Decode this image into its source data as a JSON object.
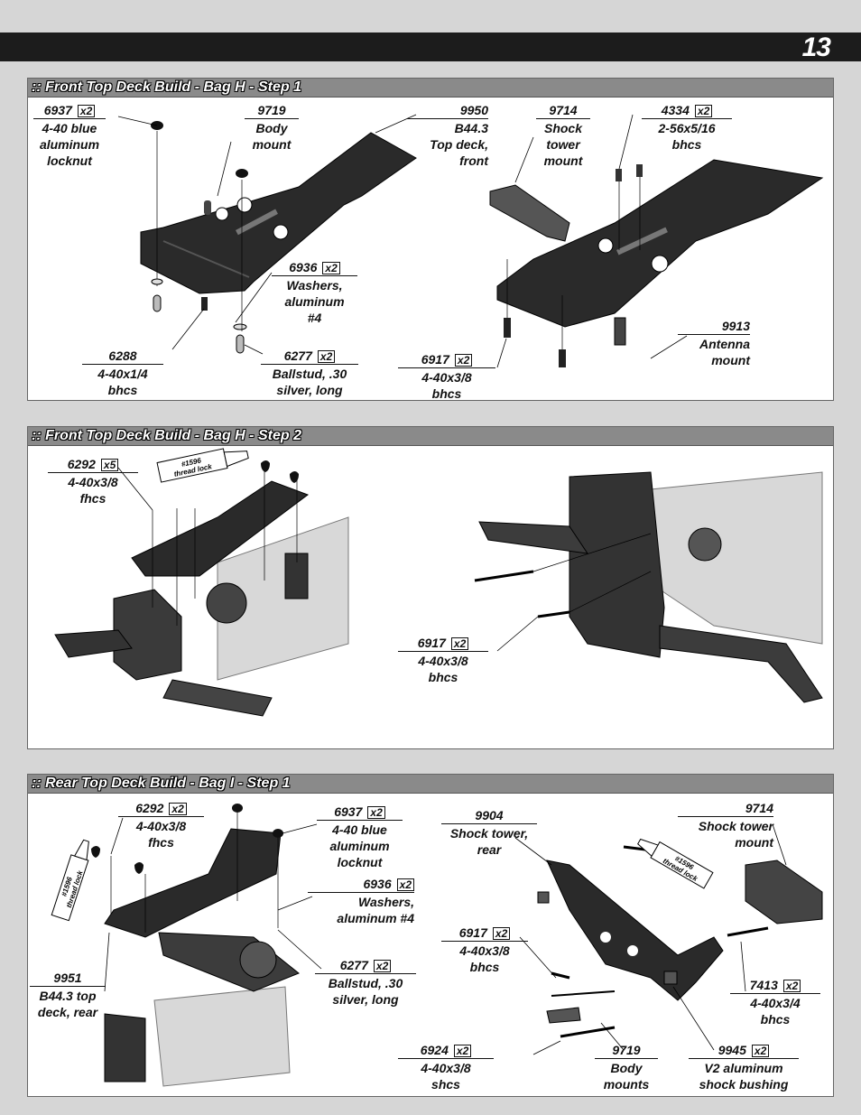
{
  "page": {
    "number": "13"
  },
  "steps": [
    {
      "title": ":: Front Top Deck Build - Bag H - Step 1",
      "callouts": [
        {
          "part": "6937",
          "qty": "x2",
          "desc": [
            "4-40 blue",
            "aluminum",
            "locknut"
          ]
        },
        {
          "part": "9719",
          "qty": "",
          "desc": [
            "Body",
            "mount"
          ]
        },
        {
          "part": "9950",
          "qty": "",
          "desc": [
            "B44.3",
            "Top deck,",
            "front"
          ]
        },
        {
          "part": "9714",
          "qty": "",
          "desc": [
            "Shock",
            "tower",
            "mount"
          ]
        },
        {
          "part": "4334",
          "qty": "x2",
          "desc": [
            "2-56x5/16",
            "bhcs"
          ]
        },
        {
          "part": "6936",
          "qty": "x2",
          "desc": [
            "Washers,",
            "aluminum",
            "#4"
          ]
        },
        {
          "part": "9913",
          "qty": "",
          "desc": [
            "Antenna",
            "mount"
          ]
        },
        {
          "part": "6288",
          "qty": "",
          "desc": [
            "4-40x1/4",
            "bhcs"
          ]
        },
        {
          "part": "6277",
          "qty": "x2",
          "desc": [
            "Ballstud, .30",
            "silver, long"
          ]
        },
        {
          "part": "6917",
          "qty": "x2",
          "desc": [
            "4-40x3/8",
            "bhcs"
          ]
        }
      ]
    },
    {
      "title": ":: Front Top Deck Build - Bag H - Step 2",
      "threadlock": [
        "#1596",
        "thread lock"
      ],
      "callouts": [
        {
          "part": "6292",
          "qty": "x5",
          "desc": [
            "4-40x3/8",
            "fhcs"
          ]
        },
        {
          "part": "6917",
          "qty": "x2",
          "desc": [
            "4-40x3/8",
            "bhcs"
          ]
        }
      ]
    },
    {
      "title": ":: Rear Top Deck Build - Bag I - Step 1",
      "threadlock": [
        "#1596",
        "thread lock"
      ],
      "callouts": [
        {
          "part": "6292",
          "qty": "x2",
          "desc": [
            "4-40x3/8",
            "fhcs"
          ]
        },
        {
          "part": "6937",
          "qty": "x2",
          "desc": [
            "4-40 blue",
            "aluminum",
            "locknut"
          ]
        },
        {
          "part": "9904",
          "qty": "",
          "desc": [
            "Shock tower,",
            "rear"
          ]
        },
        {
          "part": "9714",
          "qty": "",
          "desc": [
            "Shock tower",
            "mount"
          ]
        },
        {
          "part": "6936",
          "qty": "x2",
          "desc": [
            "Washers,",
            "aluminum #4"
          ]
        },
        {
          "part": "6917",
          "qty": "x2",
          "desc": [
            "4-40x3/8",
            "bhcs"
          ]
        },
        {
          "part": "9951",
          "qty": "",
          "desc": [
            "B44.3 top",
            "deck, rear"
          ]
        },
        {
          "part": "6277",
          "qty": "x2",
          "desc": [
            "Ballstud, .30",
            "silver, long"
          ]
        },
        {
          "part": "7413",
          "qty": "x2",
          "desc": [
            "4-40x3/4",
            "bhcs"
          ]
        },
        {
          "part": "6924",
          "qty": "x2",
          "desc": [
            "4-40x3/8",
            "shcs"
          ]
        },
        {
          "part": "9719",
          "qty": "",
          "desc": [
            "Body",
            "mounts"
          ]
        },
        {
          "part": "9945",
          "qty": "x2",
          "desc": [
            "V2 aluminum",
            "shock bushing"
          ]
        }
      ]
    }
  ]
}
